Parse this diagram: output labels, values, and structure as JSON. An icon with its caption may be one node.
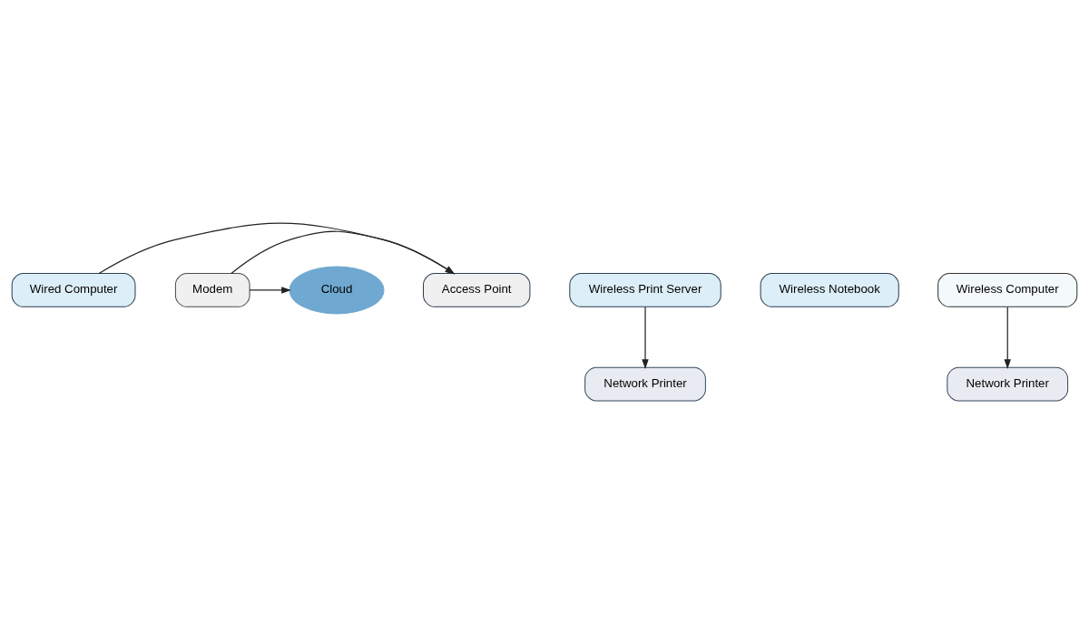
{
  "diagram": {
    "nodes": [
      {
        "text": [
          "Wired Computer"
        ]
      },
      {
        "text": [
          "Access Point"
        ]
      },
      {
        "text": [
          "Modem"
        ]
      },
      {
        "text": [
          "Cloud"
        ]
      },
      {
        "text": [
          "Wireless Print Server"
        ]
      },
      {
        "text": [
          "Wireless Notebook"
        ]
      },
      {
        "text": [
          "Network Printer"
        ]
      },
      {
        "text": [
          "Wireless Computer"
        ]
      },
      {
        "text": [
          "Network Printer"
        ]
      }
    ],
    "edges": [
      {
        "from": 0,
        "to": 1,
        "arrow": "to"
      },
      {
        "from": 2,
        "to": 1,
        "arrow": "to"
      },
      {
        "from": 2,
        "to": 3,
        "arrow": "to"
      },
      {
        "from": 4,
        "to": 6,
        "arrow": "to"
      },
      {
        "from": 7,
        "to": 8,
        "arrow": "to"
      }
    ]
  }
}
